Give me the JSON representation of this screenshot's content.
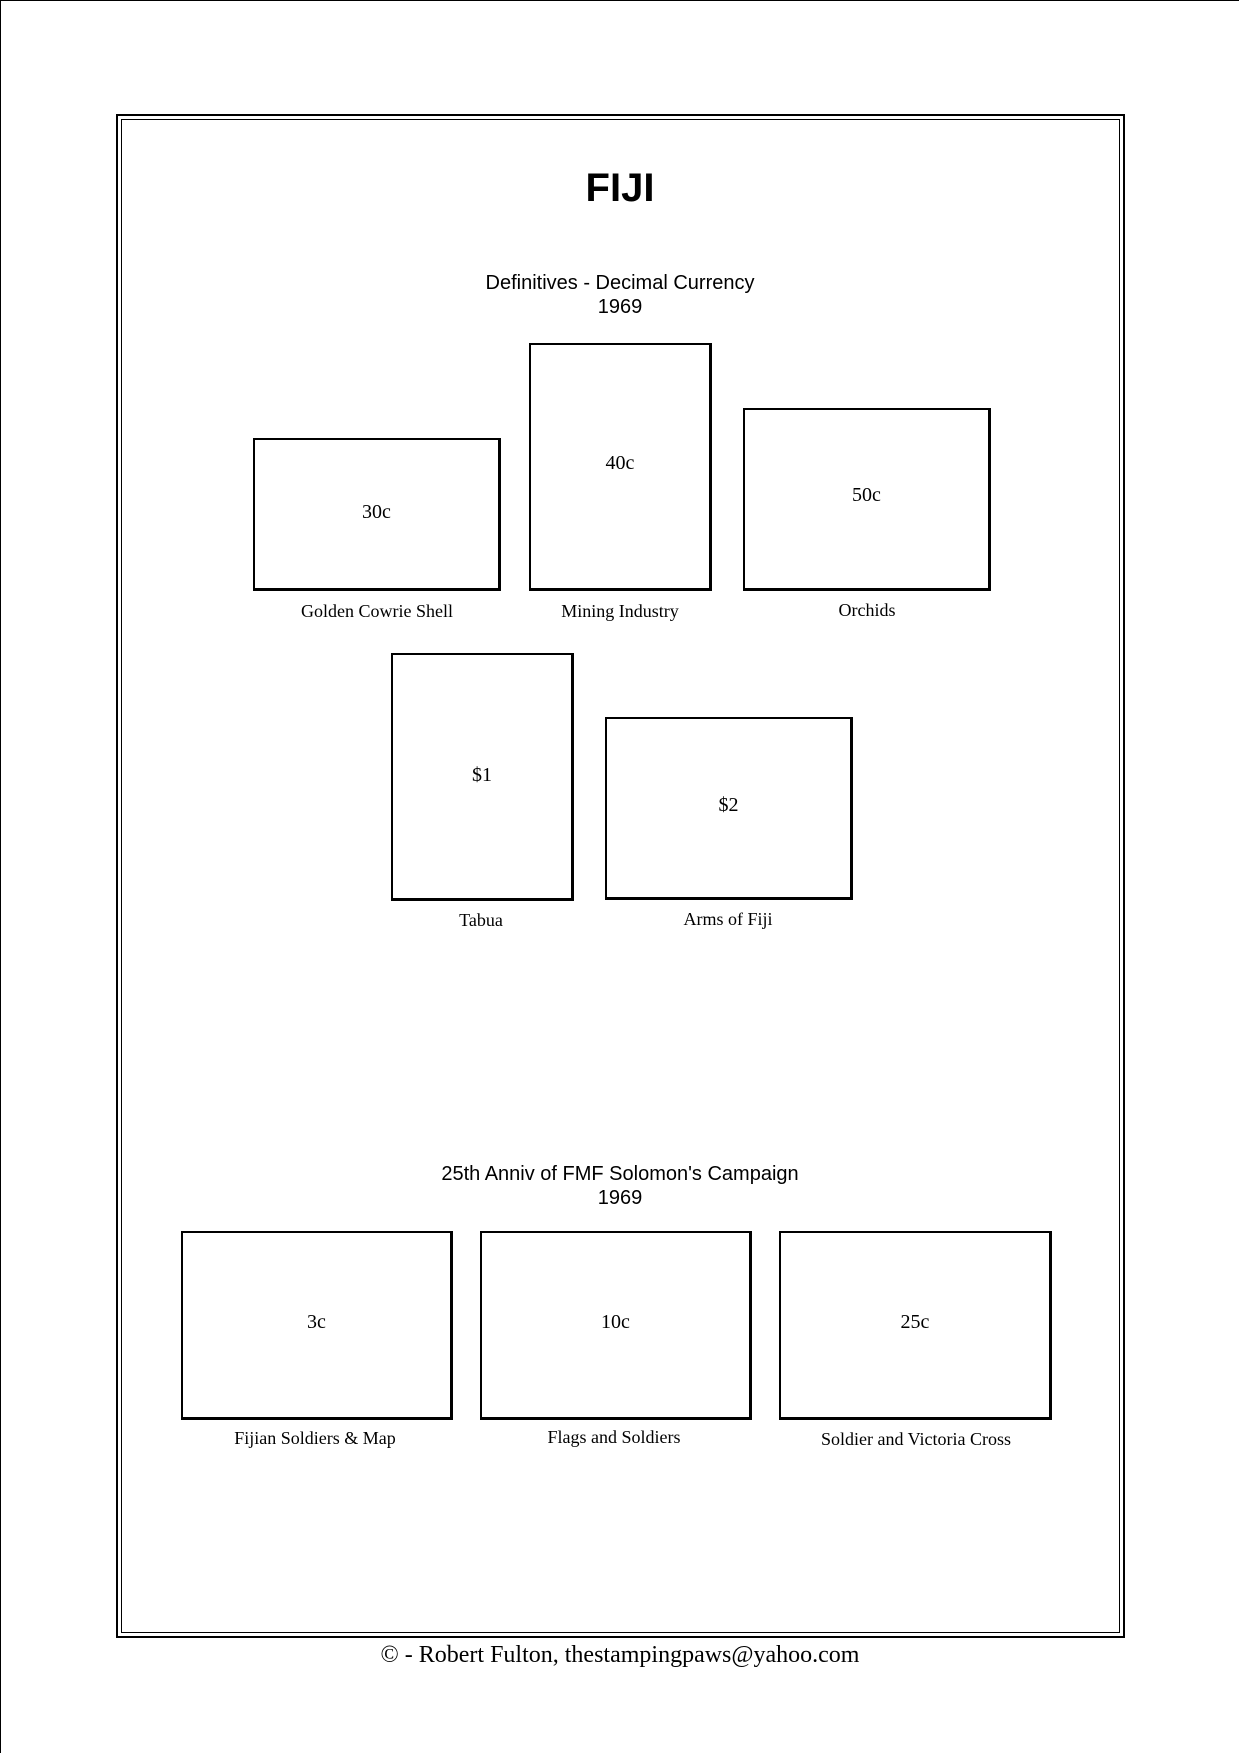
{
  "page": {
    "title": "FIJI",
    "footer": "©  -  Robert Fulton, thestampingpaws@yahoo.com"
  },
  "sections": [
    {
      "heading": "Definitives - Decimal Currency",
      "year": "1969",
      "stamps": [
        {
          "value": "30c",
          "caption": "Golden Cowrie Shell"
        },
        {
          "value": "40c",
          "caption": "Mining Industry"
        },
        {
          "value": "50c",
          "caption": "Orchids"
        },
        {
          "value": "$1",
          "caption": "Tabua"
        },
        {
          "value": "$2",
          "caption": "Arms of Fiji"
        }
      ]
    },
    {
      "heading": "25th Anniv of FMF Solomon's Campaign",
      "year": "1969",
      "stamps": [
        {
          "value": "3c",
          "caption": "Fijian Soldiers & Map"
        },
        {
          "value": "10c",
          "caption": "Flags and Soldiers"
        },
        {
          "value": "25c",
          "caption": "Soldier and Victoria Cross"
        }
      ]
    }
  ]
}
